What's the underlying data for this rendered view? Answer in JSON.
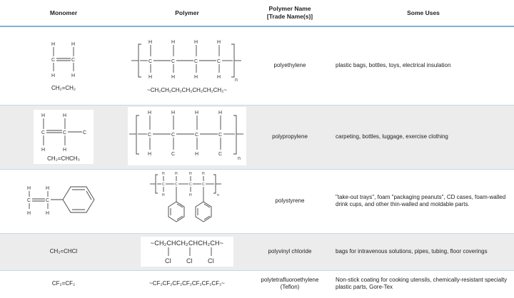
{
  "headers": {
    "monomer": "Monomer",
    "polymer": "Polymer",
    "name_line1": "Polymer Name",
    "name_line2": "[Trade Name(s)]",
    "uses": "Some Uses"
  },
  "rows": [
    {
      "monomer_formula": "CH₂=CH₂",
      "polymer_formula": "~CH₂CH₂CH₂CH₂CH₂CH₂CH₂~",
      "name": "polyethylene",
      "uses": "plastic bags, bottles, toys, electrical insulation"
    },
    {
      "monomer_formula": "CH₂=CHCH₃",
      "name": "polypropylene",
      "uses": "carpeting, bottles, luggage, exercise clothing"
    },
    {
      "name": "polystyrene",
      "uses": "\"take-out trays\", foam \"packaging peanuts\", CD cases, foam-walled drink cups, and other thin-walled and moldable parts."
    },
    {
      "monomer_formula": "CH₂=CHCl",
      "polymer_formula": "~CH₂CHCH₂CHCH₂CH~",
      "name": "polyvinyl chloride",
      "uses": "bags for intravenous solutions, pipes, tubing, floor coverings"
    },
    {
      "monomer_formula": "CF₂=CF₂",
      "polymer_formula": "~CF₂CF₂CF₂CF₂CF₂CF₂CF₂~",
      "name": "polytetrafluoroethylene",
      "name2": "(Teflon)",
      "uses": "Non-stick coating for cooking utensils, chemically-resistant specialty plastic parts, Gore-Tex"
    }
  ],
  "atoms": {
    "h": "H",
    "c": "C",
    "cl": "Cl",
    "n": "n"
  }
}
